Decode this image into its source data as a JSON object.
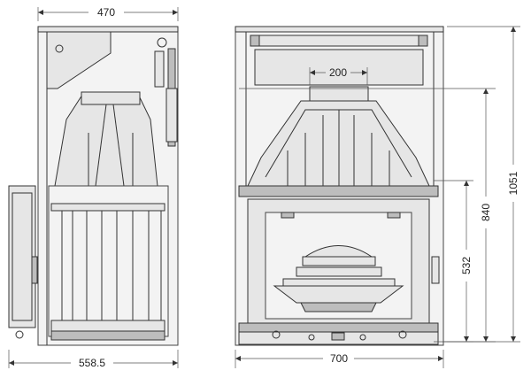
{
  "dimensions": {
    "side_top_width": "470",
    "side_bottom_width": "558.5",
    "front_flue_width": "200",
    "front_width": "700",
    "front_height_total": "1051",
    "front_height_hood": "840",
    "front_height_door": "532"
  },
  "colors": {
    "line": "#333333",
    "fill": "#e6e6e6",
    "background": "#ffffff"
  }
}
